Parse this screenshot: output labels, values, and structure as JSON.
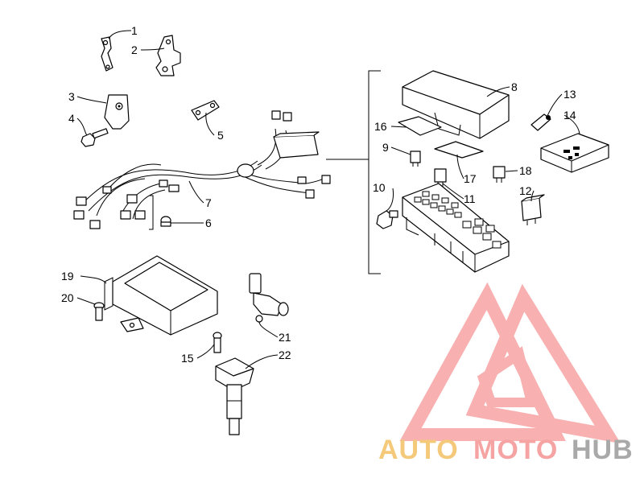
{
  "diagram": {
    "part_numbers": [
      "1",
      "2",
      "3",
      "4",
      "5",
      "6",
      "7",
      "8",
      "9",
      "10",
      "11",
      "12",
      "13",
      "14",
      "15",
      "16",
      "17",
      "18",
      "19",
      "20",
      "21",
      "22"
    ]
  },
  "watermark": {
    "parts": [
      "AUTO",
      "MOTO",
      "HUB"
    ],
    "colors": {
      "auto": "#f5c97a",
      "moto": "#f6a3a3",
      "hub": "#a9a9a9",
      "logo": "#f7a3a3"
    }
  }
}
